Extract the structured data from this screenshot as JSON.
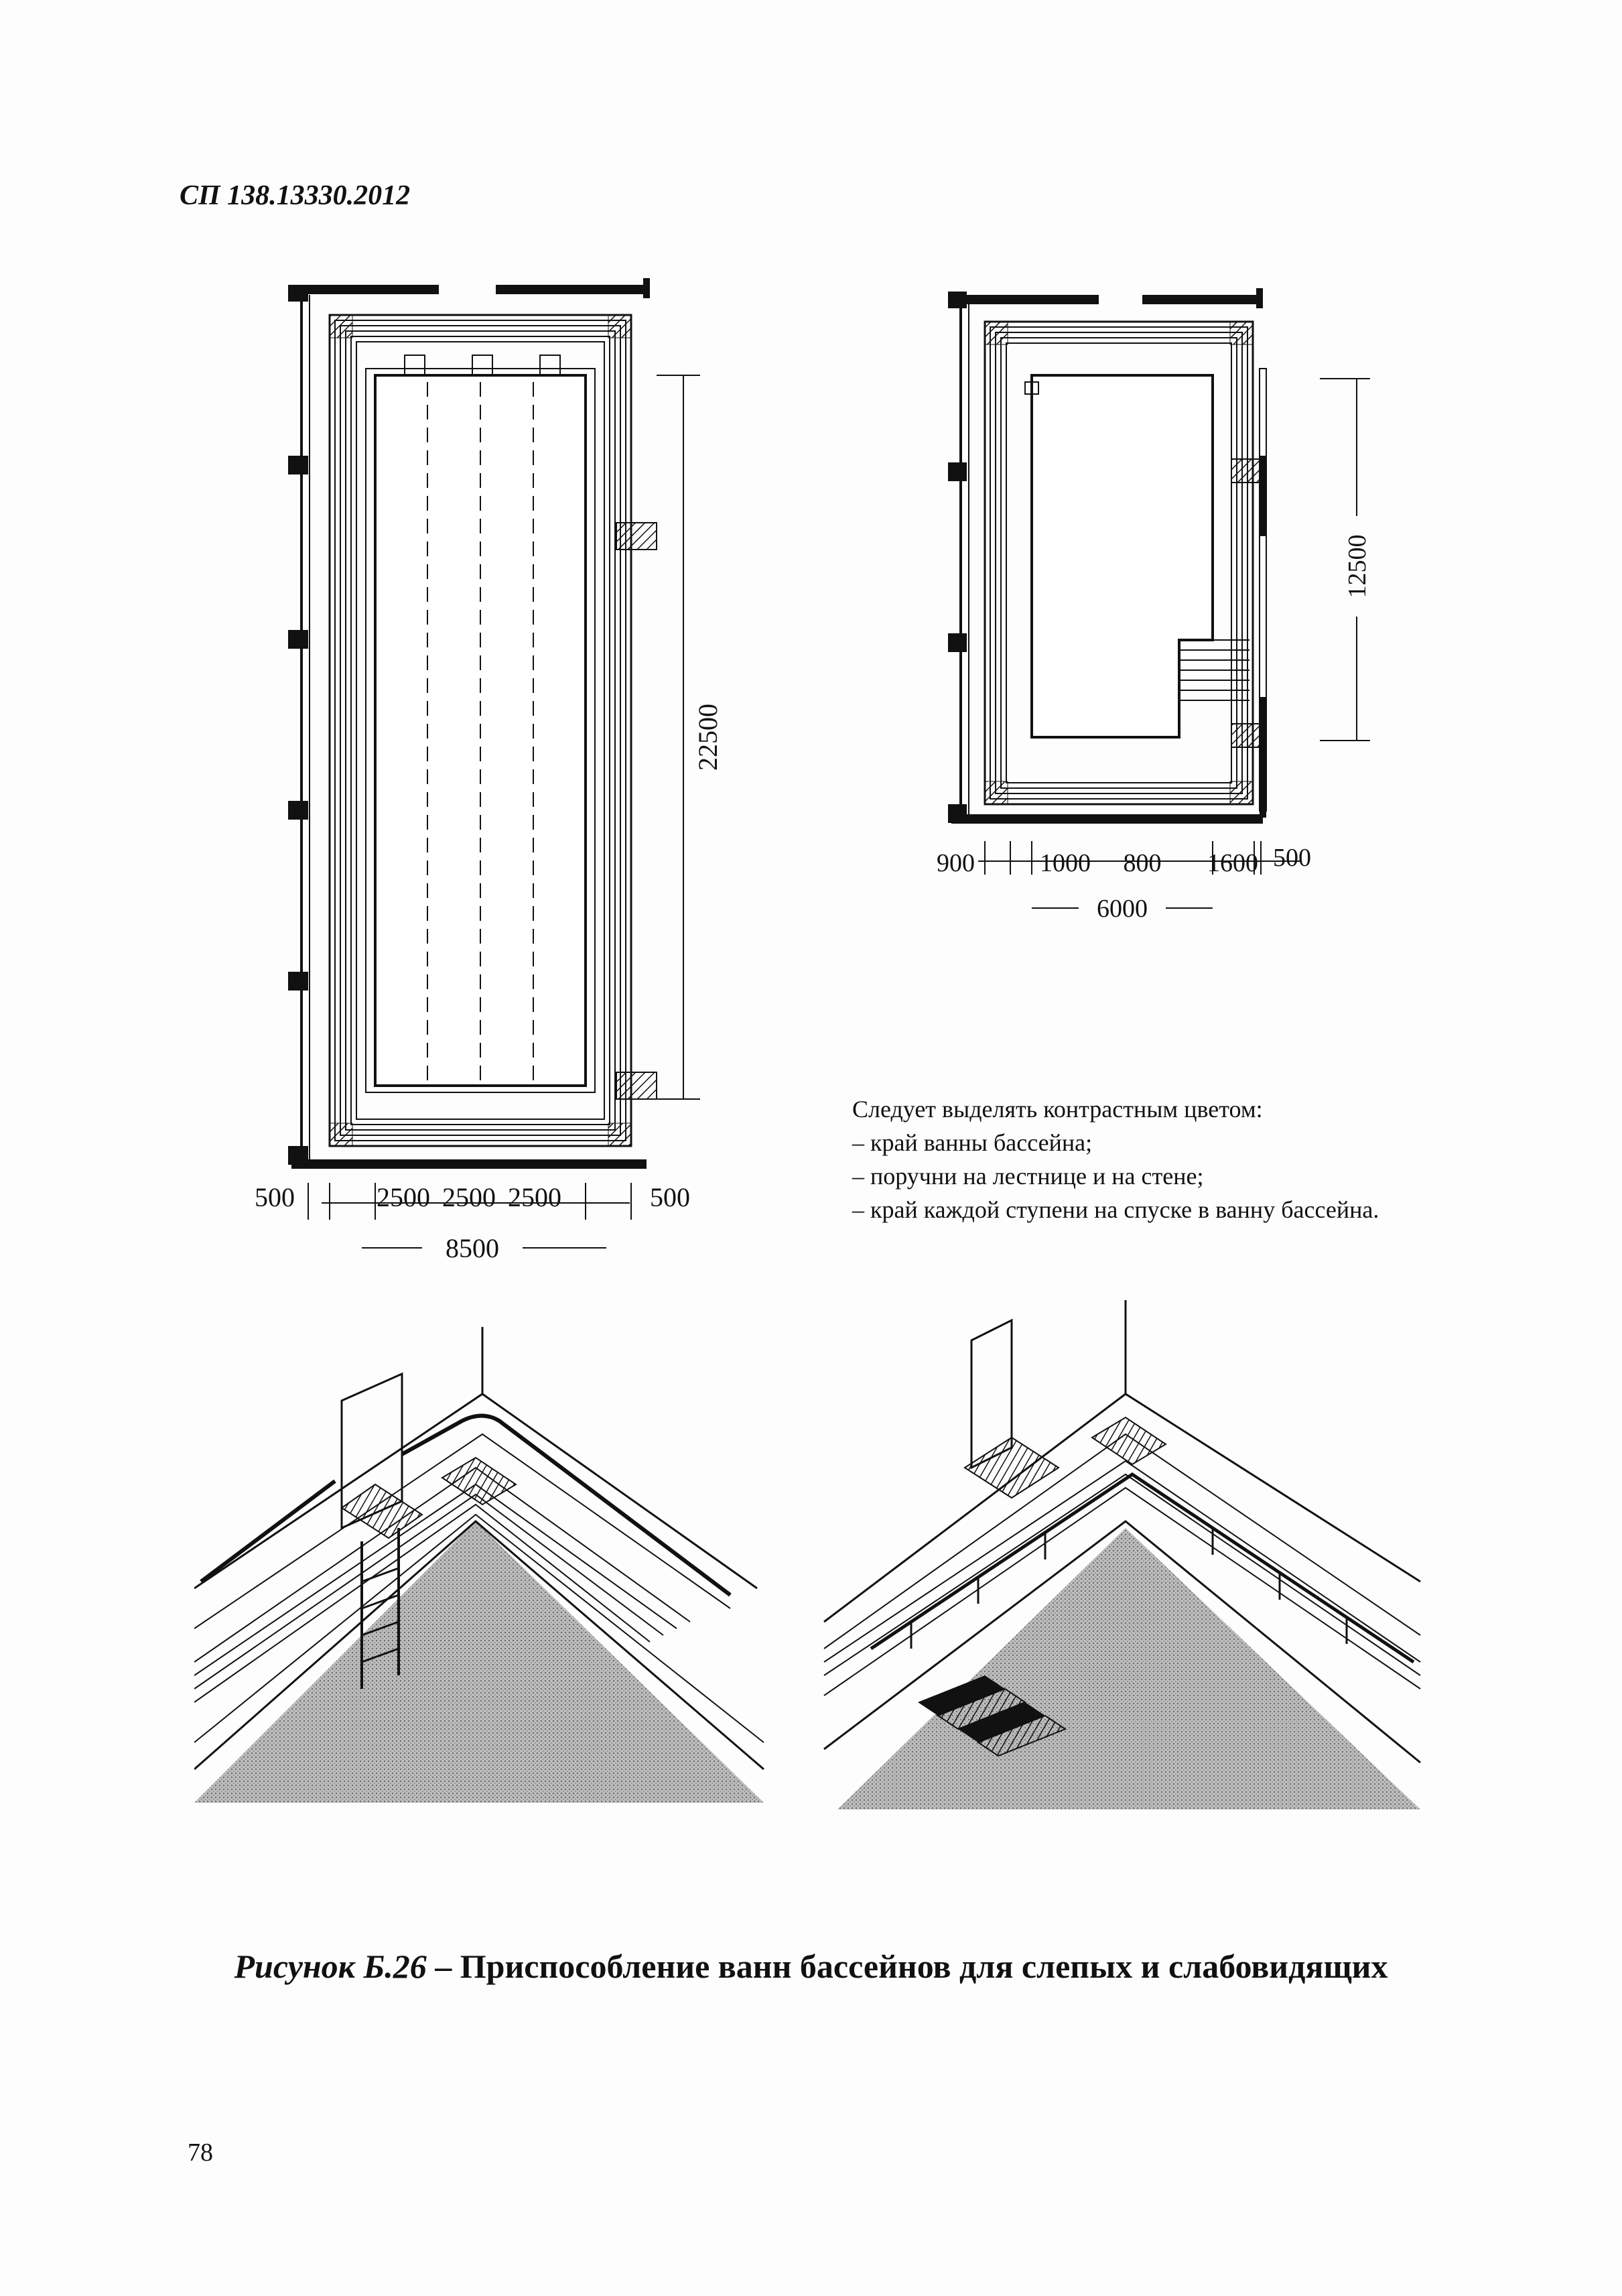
{
  "header": {
    "doc_code": "СП 138.13330.2012"
  },
  "plan_large": {
    "dim_length": "22500",
    "dim_left": "500",
    "dim_lanes": [
      "2500",
      "2500",
      "2500"
    ],
    "dim_right": "500",
    "dim_total": "8500"
  },
  "plan_small": {
    "dim_length": "12500",
    "dim_a": "900",
    "dim_b": "1000",
    "dim_c": "800",
    "dim_d": "1600",
    "dim_e": "500",
    "dim_total": "6000"
  },
  "note": {
    "intro": "Следует выделять контрастным цветом:",
    "items": [
      "– край ванны бассейна;",
      "– поручни на лестнице и на стене;",
      "– край каждой ступени на спуске в ванну бассейна."
    ]
  },
  "caption": {
    "lead": "Рисунок Б.26",
    "text": " – Приспособление ванн бассейнов для слепых и слабовидящих"
  },
  "page_number": "78"
}
